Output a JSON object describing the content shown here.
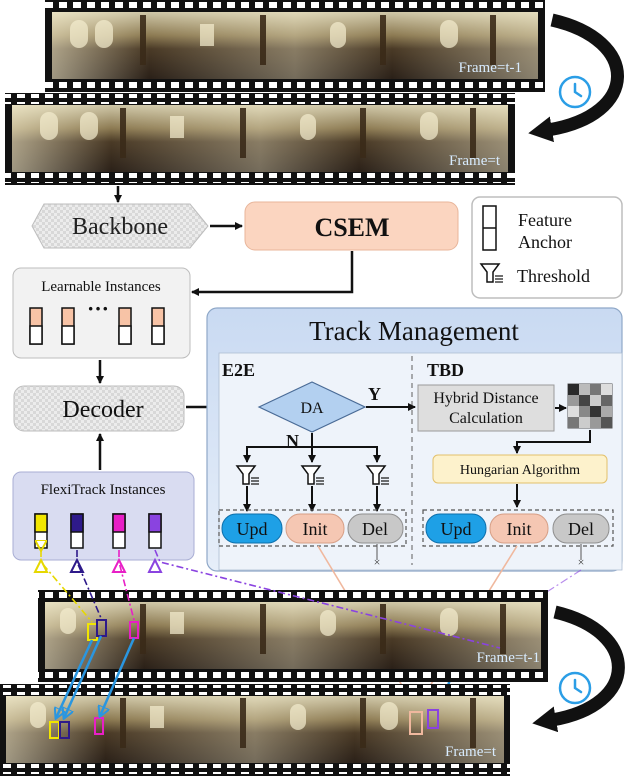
{
  "frames": {
    "top_prev": "Frame=t-1",
    "top_curr": "Frame=t",
    "bottom_prev": "Frame=t-1",
    "bottom_curr": "Frame=t"
  },
  "nodes": {
    "backbone": "Backbone",
    "csem": "CSEM",
    "learnable": "Learnable Instances",
    "ellipsis": "···",
    "decoder": "Decoder",
    "flexitrack": "FlexiTrack Instances"
  },
  "legend": {
    "feature": "Feature",
    "anchor": "Anchor",
    "threshold": "Threshold"
  },
  "track_management": {
    "title": "Track Management",
    "e2e": "E2E",
    "tbd": "TBD",
    "da": "DA",
    "yes": "Y",
    "no": "N",
    "hybrid_line1": "Hybrid Distance",
    "hybrid_line2": "Calculation",
    "hungarian": "Hungarian Algorithm",
    "upd": "Upd",
    "init": "Init",
    "del": "Del",
    "upd2": "Upd",
    "init2": "Init",
    "del2": "Del",
    "delete_mark": "×",
    "delete_mark2": "×"
  },
  "colors": {
    "csem_fill": "#fbd5c0",
    "tm_fill": "#dae5f5",
    "upd": "#1ea0e6",
    "init": "#f5c7b3",
    "del": "#c8c8c8",
    "hungarian_fill": "#fdf2cc",
    "instance_yellow": "#f2e600",
    "instance_navy": "#2e1a8a",
    "instance_magenta": "#e81fc6",
    "instance_purple": "#8a43e0"
  }
}
